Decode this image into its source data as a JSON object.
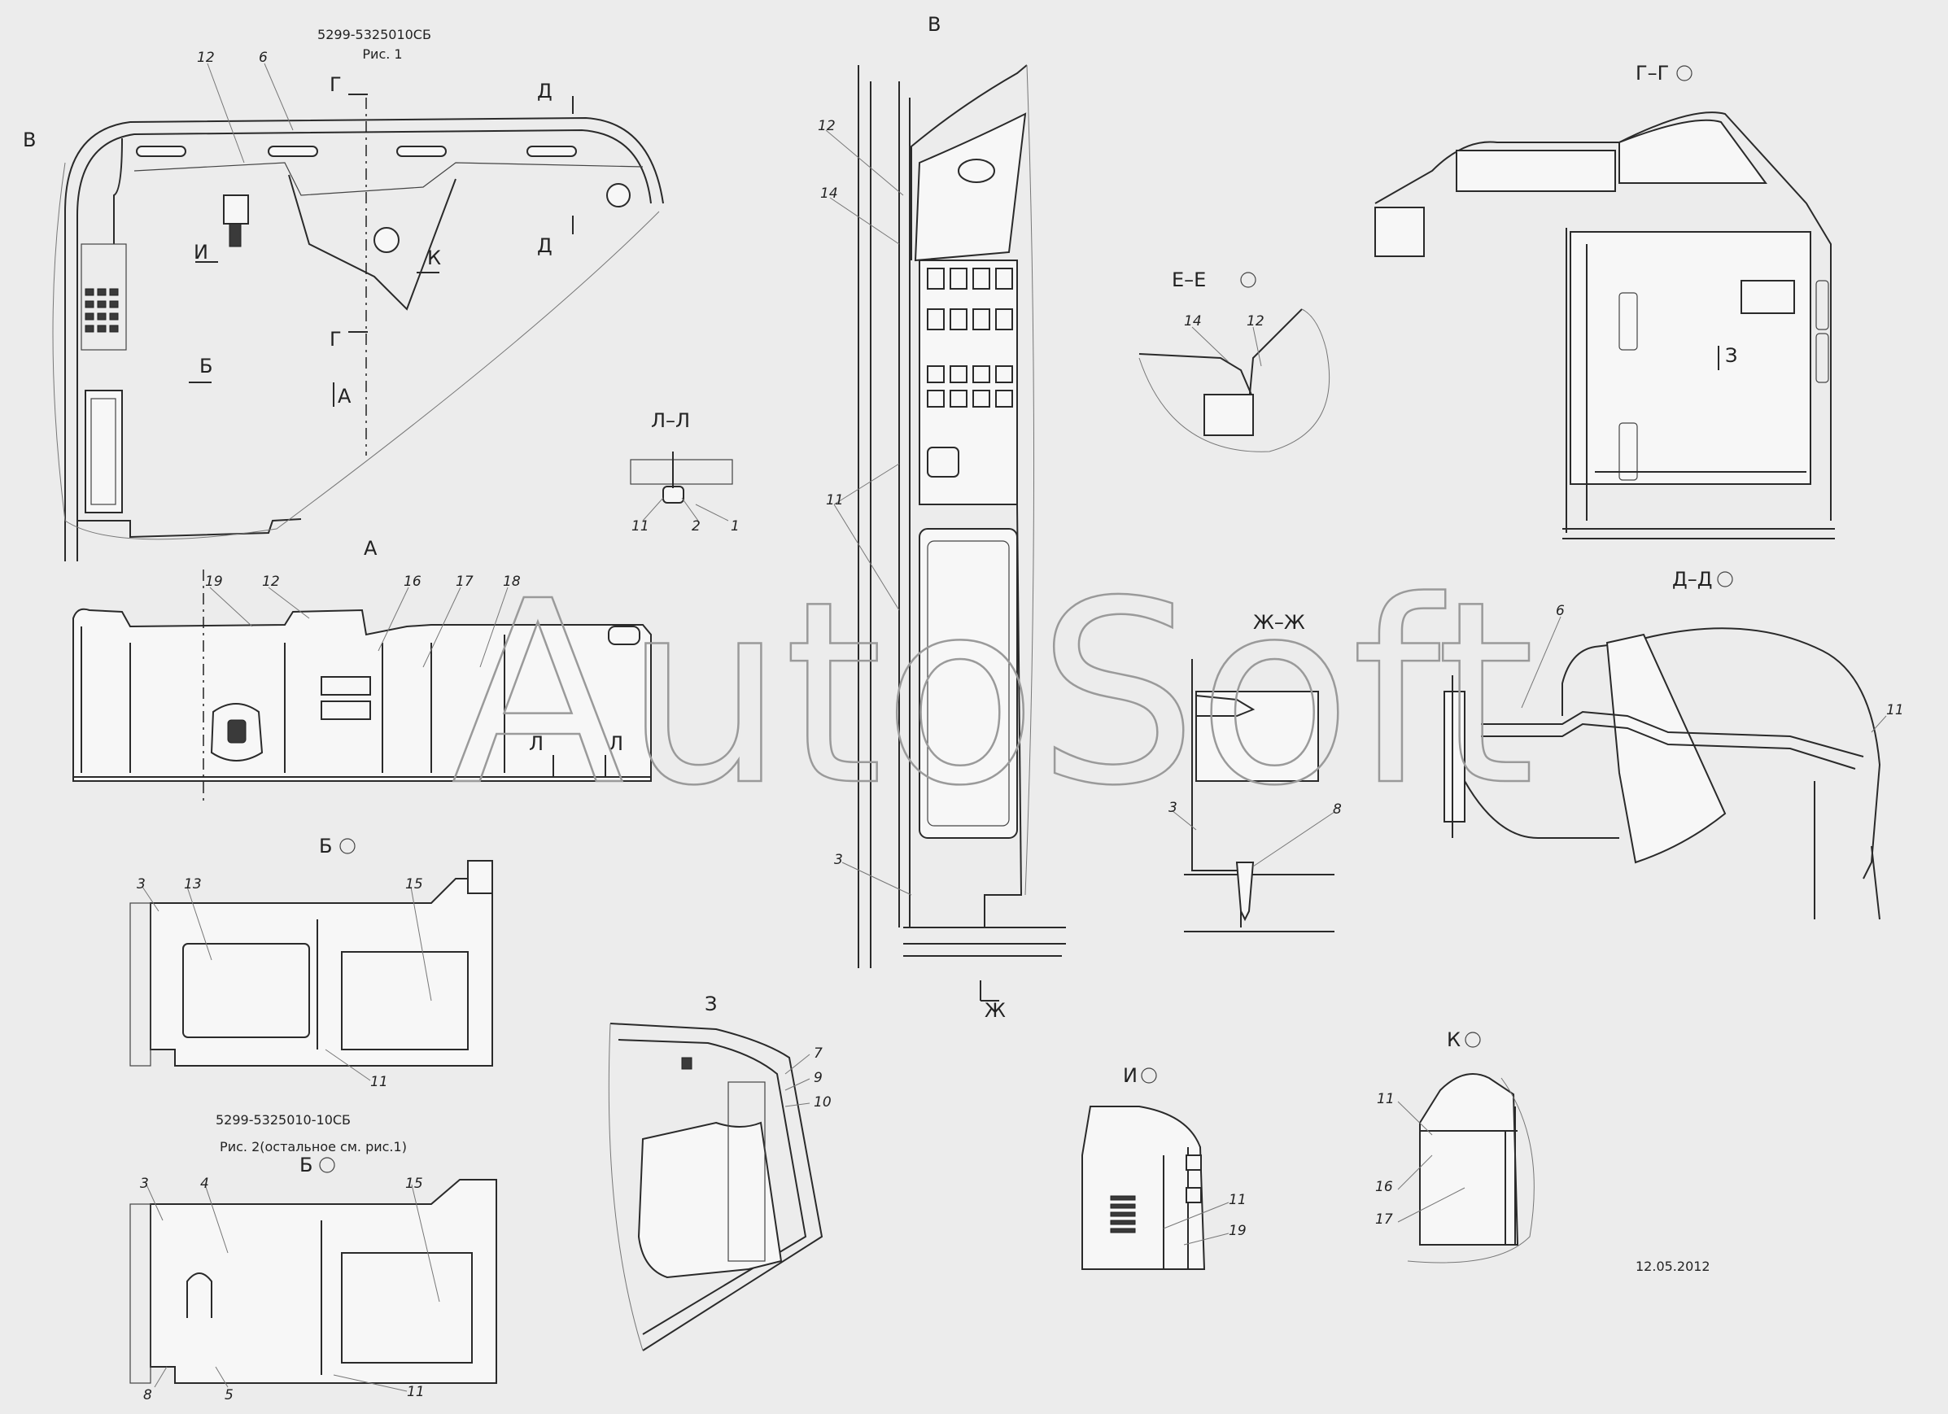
{
  "drawing": {
    "fig1_code": "5299-5325010СБ",
    "fig1_caption": "Рис. 1",
    "fig2_code": "5299-5325010-10СБ",
    "fig2_caption": "Рис. 2(остальное см. рис.1)",
    "date": "12.05.2012",
    "watermark": "AutoSoft"
  },
  "views": {
    "B_top": "В",
    "A": "А",
    "B_rot": "Б",
    "B_rot2": "Б",
    "L_L": "Л–Л",
    "Z": "З",
    "V": "В",
    "E_E": "Е–Е",
    "ZH_ZH": "Ж–Ж",
    "G_G": "Г–Г",
    "D_D": "Д–Д",
    "I": "И",
    "K": "К"
  },
  "marks": {
    "G": "Г",
    "D": "Д",
    "I": "И",
    "K": "К",
    "B": "Б",
    "A": "А",
    "L": "Л",
    "ZH": "Ж",
    "Z": "З"
  },
  "labels": [
    "1",
    "2",
    "3",
    "4",
    "5",
    "6",
    "7",
    "8",
    "9",
    "10",
    "11",
    "12",
    "13",
    "14",
    "15",
    "16",
    "17",
    "18",
    "19"
  ]
}
